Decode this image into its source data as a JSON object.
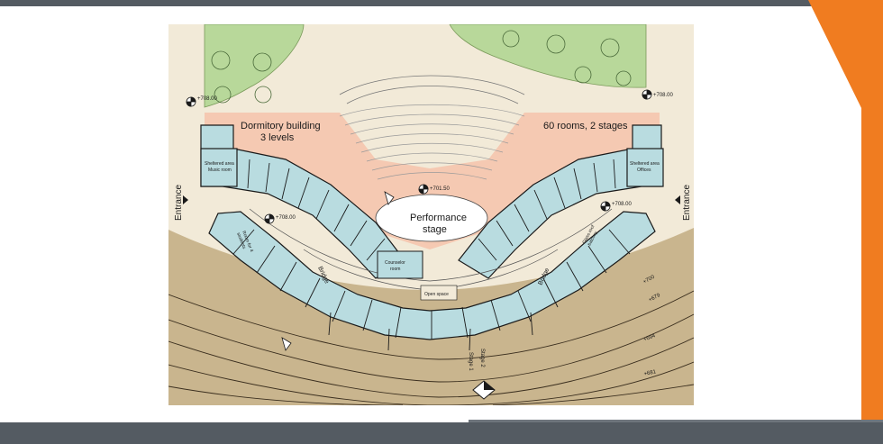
{
  "colors": {
    "frame": "#545b62",
    "accent_orange": "#f07c20",
    "ground_beige": "#f2ead8",
    "terrain_brown": "#c9b58e",
    "plaza_pink": "#f5c9b2",
    "room_teal": "#b9dce0",
    "lawn_green": "#b8d89a",
    "wall_black": "#1a1a1a"
  },
  "labels": {
    "dormitory_line1": "Dormitory building",
    "dormitory_line2": "3 levels",
    "rooms_stages": "60 rooms, 2 stages",
    "performance_line1": "Performance",
    "performance_line2": "stage",
    "entrance_left": "Entrance",
    "entrance_right": "Entrance",
    "bridge_left": "Bridge",
    "bridge_right": "Bridge",
    "sheltered_left_1": "Sheltered area",
    "sheltered_left_2": "Music room",
    "sheltered_right_1": "Sheltered area",
    "sheltered_right_2": "Offices",
    "counselor_1": "Counselor",
    "counselor_2": "room",
    "open_space": "Open space",
    "rooms_left_1": "Room for 4",
    "rooms_left_2": "students",
    "glass_right_1": "Glass roof",
    "glass_right_2": "balcony",
    "stage1": "Stage 1",
    "stage2": "Stage 2"
  },
  "elevations": {
    "top_left": "+708.00",
    "top_right": "+708.00",
    "center": "+701.50",
    "left_mid": "+708.00",
    "right_mid": "+708.00",
    "contour_700": "+700",
    "contour_679": "+679",
    "contour_694": "+694",
    "contour_681": "+681"
  }
}
